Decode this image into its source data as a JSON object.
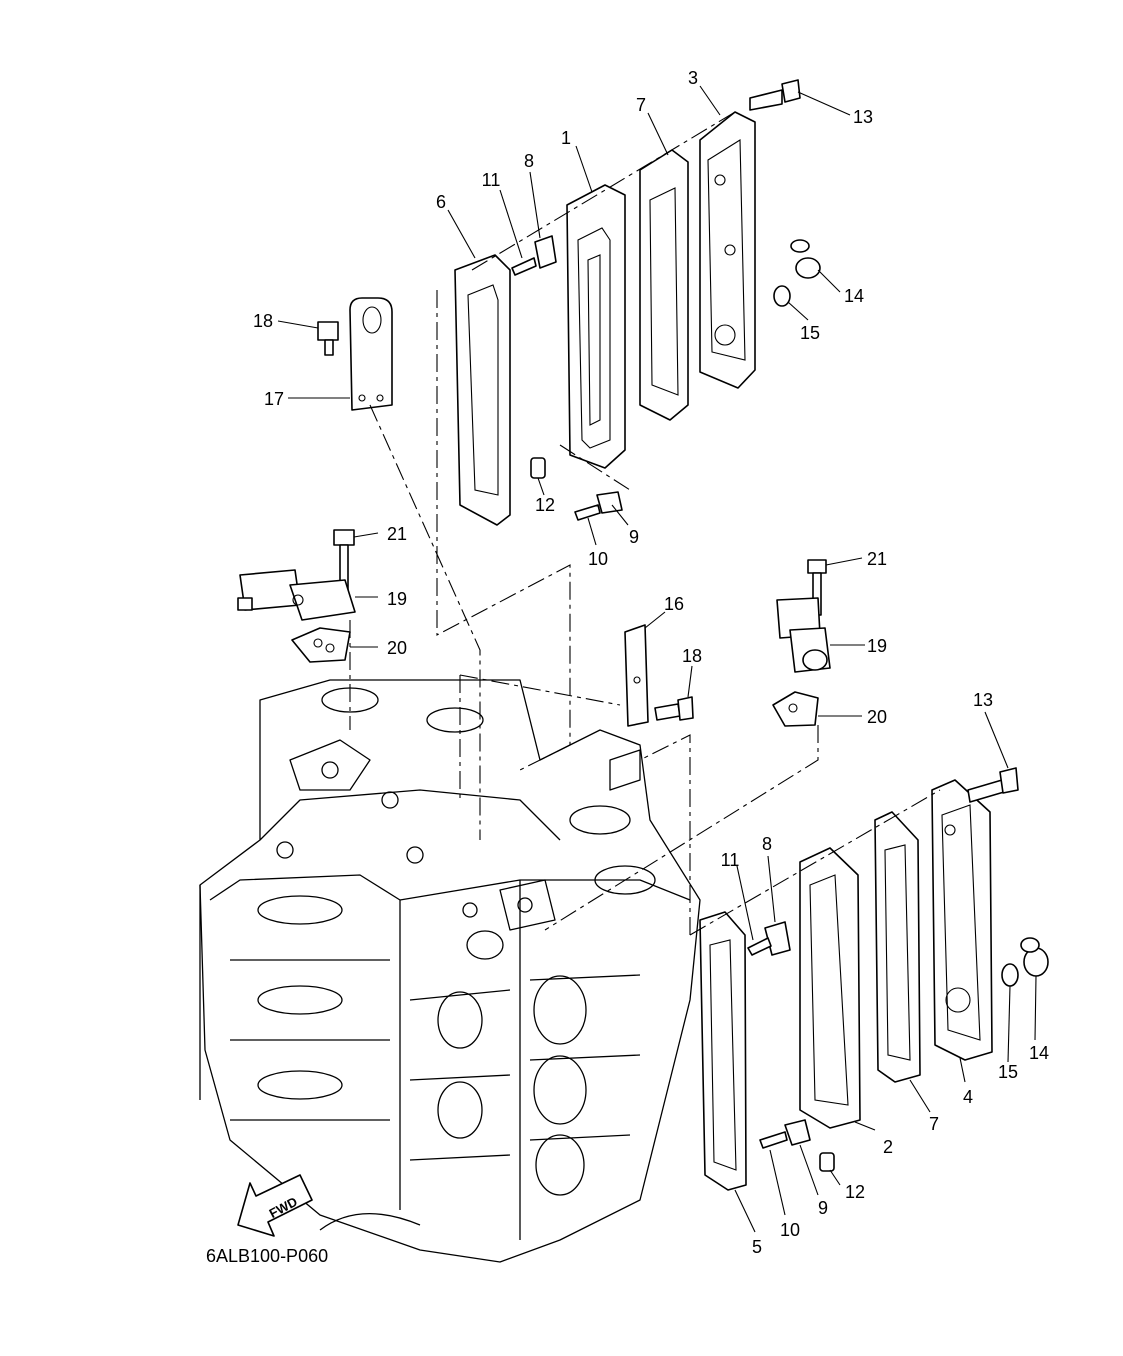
{
  "diagram": {
    "code": "6ALB100-P060",
    "direction_label": "FWD",
    "callouts": {
      "c1": "1",
      "c2": "2",
      "c3": "3",
      "c4": "4",
      "c5": "5",
      "c6": "6",
      "c7a": "7",
      "c7b": "7",
      "c8a": "8",
      "c8b": "8",
      "c9a": "9",
      "c9b": "9",
      "c10a": "10",
      "c10b": "10",
      "c11a": "11",
      "c11b": "11",
      "c12a": "12",
      "c12b": "12",
      "c13a": "13",
      "c13b": "13",
      "c14a": "14",
      "c14b": "14",
      "c15a": "15",
      "c15b": "15",
      "c16": "16",
      "c17": "17",
      "c18a": "18",
      "c18b": "18",
      "c19a": "19",
      "c19b": "19",
      "c20a": "20",
      "c20b": "20",
      "c21a": "21",
      "c21b": "21"
    }
  }
}
